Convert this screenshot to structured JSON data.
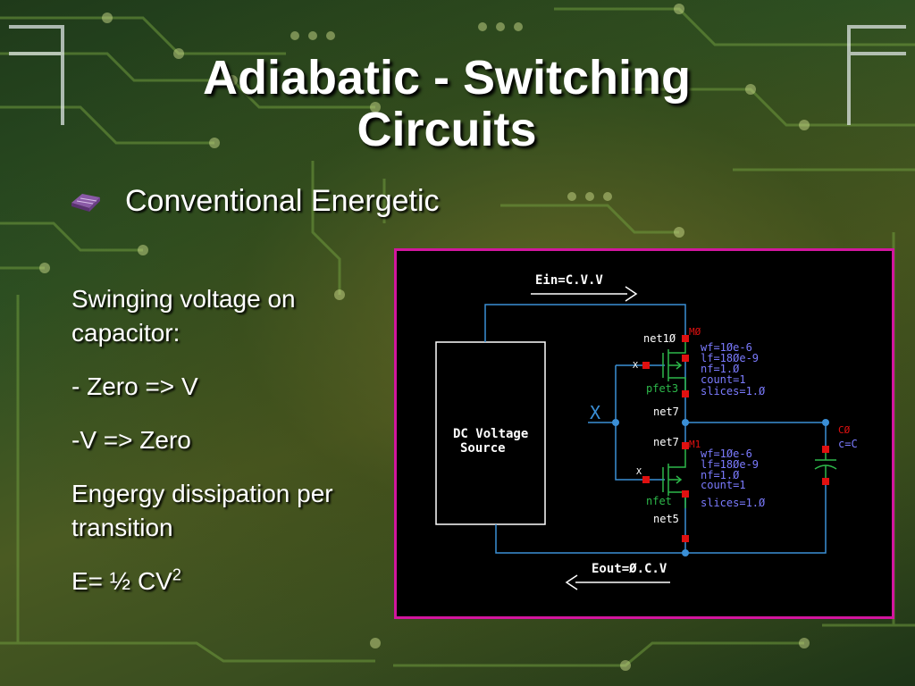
{
  "slide": {
    "title_line1": "Adiabatic - Switching",
    "title_line2": "Circuits",
    "bullet": "Conventional Energetic",
    "body": {
      "p1": "Swinging voltage on capacitor:",
      "p2": "- Zero => V",
      "p3": "-V => Zero",
      "p4": "Engergy dissipation per transition",
      "p5_main": "E= ½ CV",
      "p5_sup": "2"
    }
  },
  "circuit": {
    "ein_label": "Ein=C.V.V",
    "eout_label": "Eout=Ø.C.V",
    "source_line1": "DC Voltage",
    "source_line2": "Source",
    "input_label": "X",
    "net10": "net1Ø",
    "net7_top": "net7",
    "net7_mid": "net7",
    "net5": "net5",
    "m0_name": "MØ",
    "m0_params": [
      "wf=1Øe-6",
      "lf=18Øe-9",
      "nf=1.Ø",
      "count=1",
      "slices=1.Ø"
    ],
    "pfet_label": "pfet3",
    "pfet_gate": "X",
    "m1_name": "M1",
    "m1_params": [
      "wf=1Øe-6",
      "lf=18Øe-9",
      "nf=1.Ø",
      "count=1"
    ],
    "m1_slices": "slices=1.Ø",
    "nfet_label": "nfet",
    "nfet_gate": "X",
    "cap_name": "CØ",
    "cap_value": "c=C"
  },
  "colors": {
    "title_text": "#ffffff",
    "panel_border": "#d2169e",
    "wire": "#3a8fd6",
    "device": "#2db84a",
    "pin": "#e01010",
    "params": "#7b7bff",
    "net_label": "#ffffff"
  }
}
